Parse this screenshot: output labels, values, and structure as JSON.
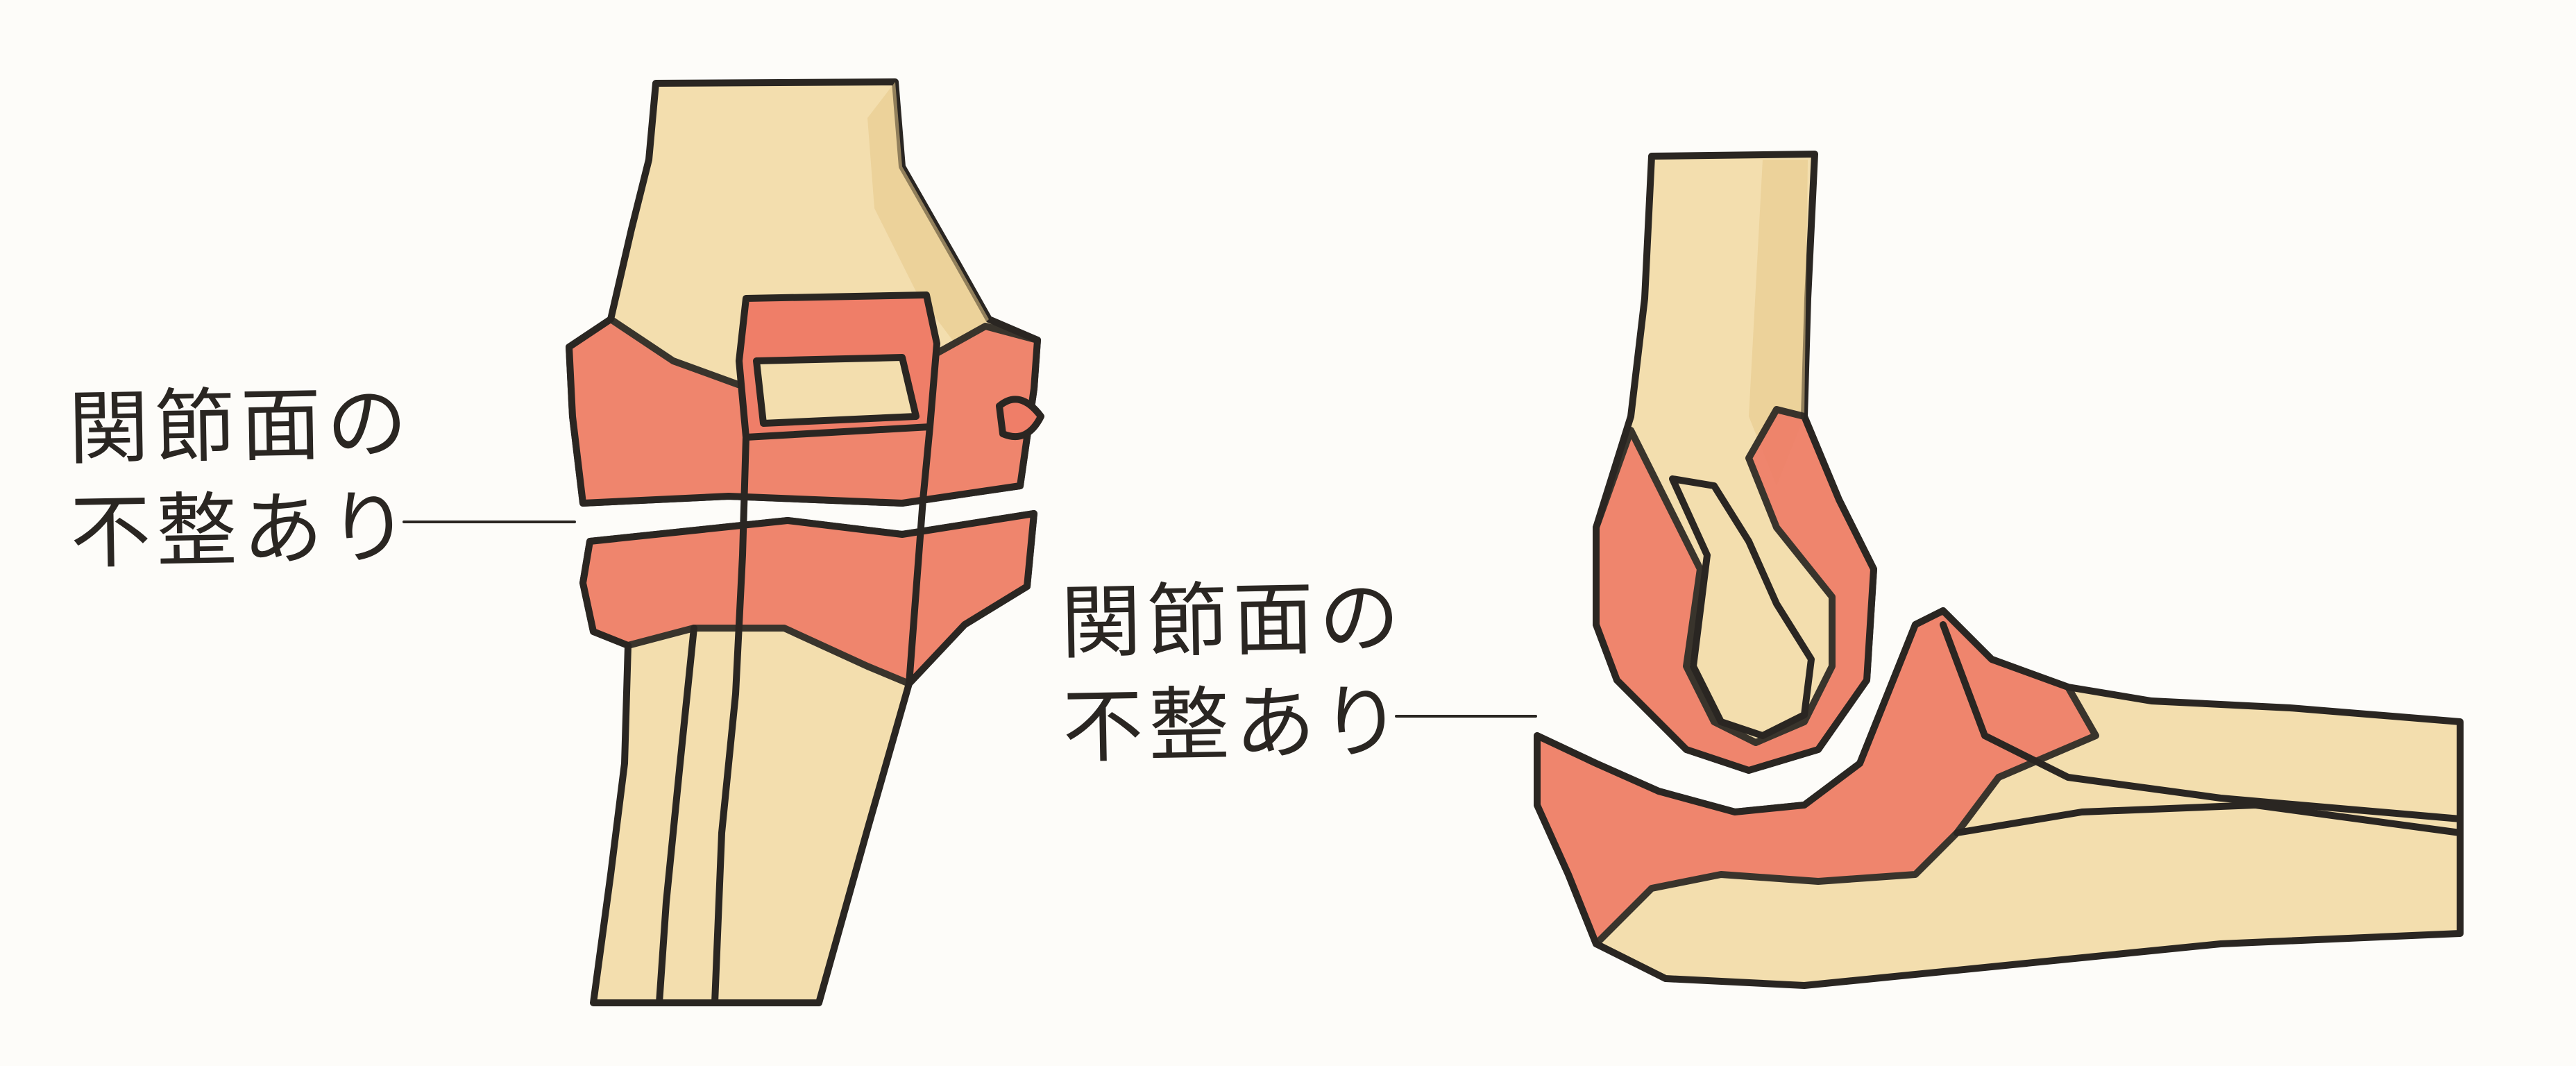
{
  "labels": {
    "front": {
      "line1": "関節面の",
      "line2": "不整あり"
    },
    "side": {
      "line1": "関節面の",
      "line2": "不整あり"
    }
  },
  "colors": {
    "paper": "#fdfcf9",
    "bone": "#f3deae",
    "bone_shade": "#e6c88b",
    "cartilage": "#ef7e68",
    "cartilage_shade": "#e5644f",
    "ink": "#2a2622"
  }
}
